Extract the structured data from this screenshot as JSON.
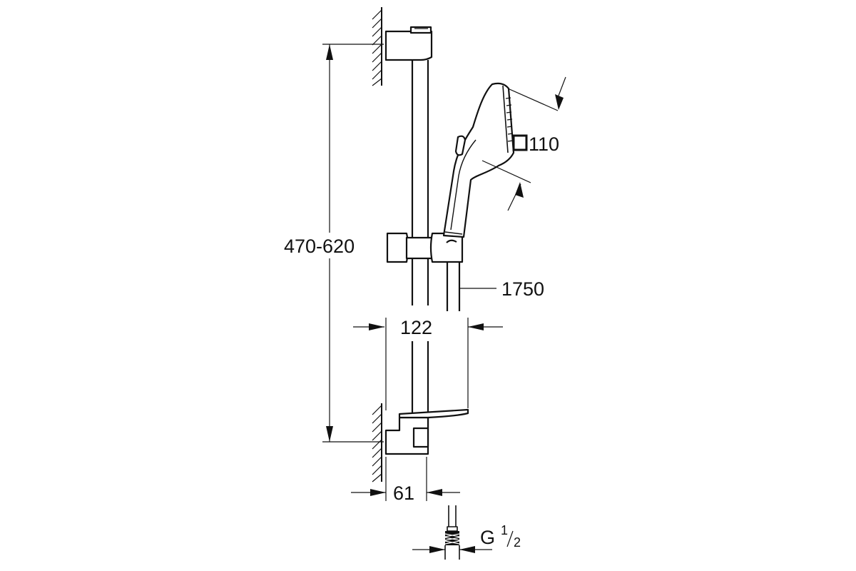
{
  "dimensions": {
    "rail_height": "470-620",
    "head_size_value": "110",
    "hose_length": "1750",
    "projection": "122",
    "wall_distance": "61",
    "thread": "G",
    "thread_num": "1",
    "thread_den": "2"
  }
}
